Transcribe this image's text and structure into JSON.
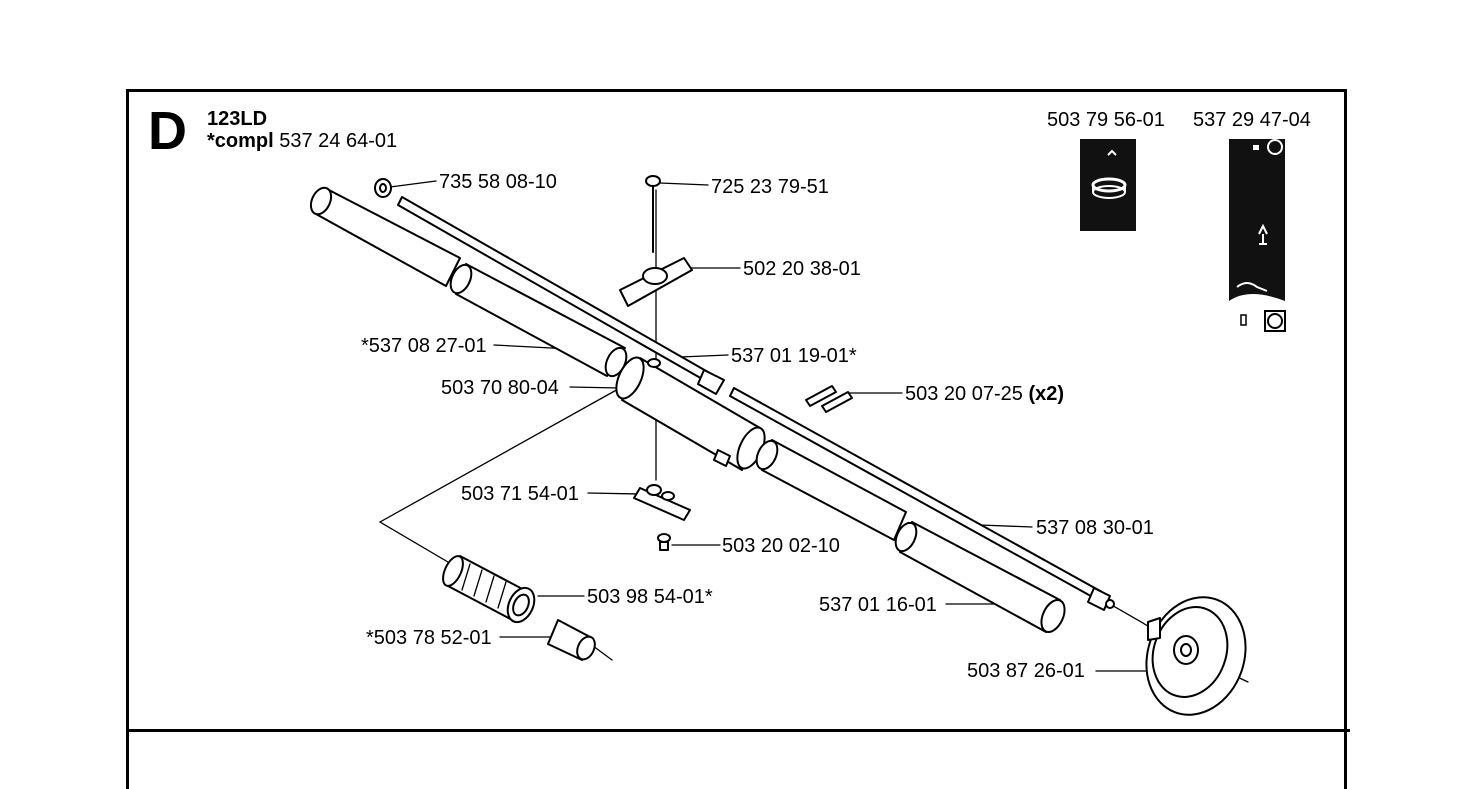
{
  "header": {
    "section_letter": "D",
    "model": "123LD",
    "compl_prefix": "*compl",
    "compl_number": "537 24 64-01"
  },
  "tool_icons": [
    {
      "part_number": "503 79 56-01",
      "icon": "wrench-tool-icon"
    },
    {
      "part_number": "537 29 47-04",
      "icon": "manual-booklet-icon"
    }
  ],
  "parts": [
    {
      "id": "p1",
      "label": "735 58 08-10"
    },
    {
      "id": "p2",
      "label": "725 23 79-51"
    },
    {
      "id": "p3",
      "label": "502 20 38-01"
    },
    {
      "id": "p4",
      "label": "*537 08 27-01"
    },
    {
      "id": "p5",
      "label": "537 01 19-01*"
    },
    {
      "id": "p6",
      "label": "503 70 80-04"
    },
    {
      "id": "p7",
      "label": "503 20 07-25",
      "qty": "(x2)"
    },
    {
      "id": "p8",
      "label": "503 71 54-01"
    },
    {
      "id": "p9",
      "label": "537 08 30-01"
    },
    {
      "id": "p10",
      "label": "503 20 02-10"
    },
    {
      "id": "p11",
      "label": "503 98 54-01*"
    },
    {
      "id": "p12",
      "label": "537 01 16-01"
    },
    {
      "id": "p13",
      "label": "*503 78 52-01"
    },
    {
      "id": "p14",
      "label": "503 87 26-01"
    }
  ]
}
